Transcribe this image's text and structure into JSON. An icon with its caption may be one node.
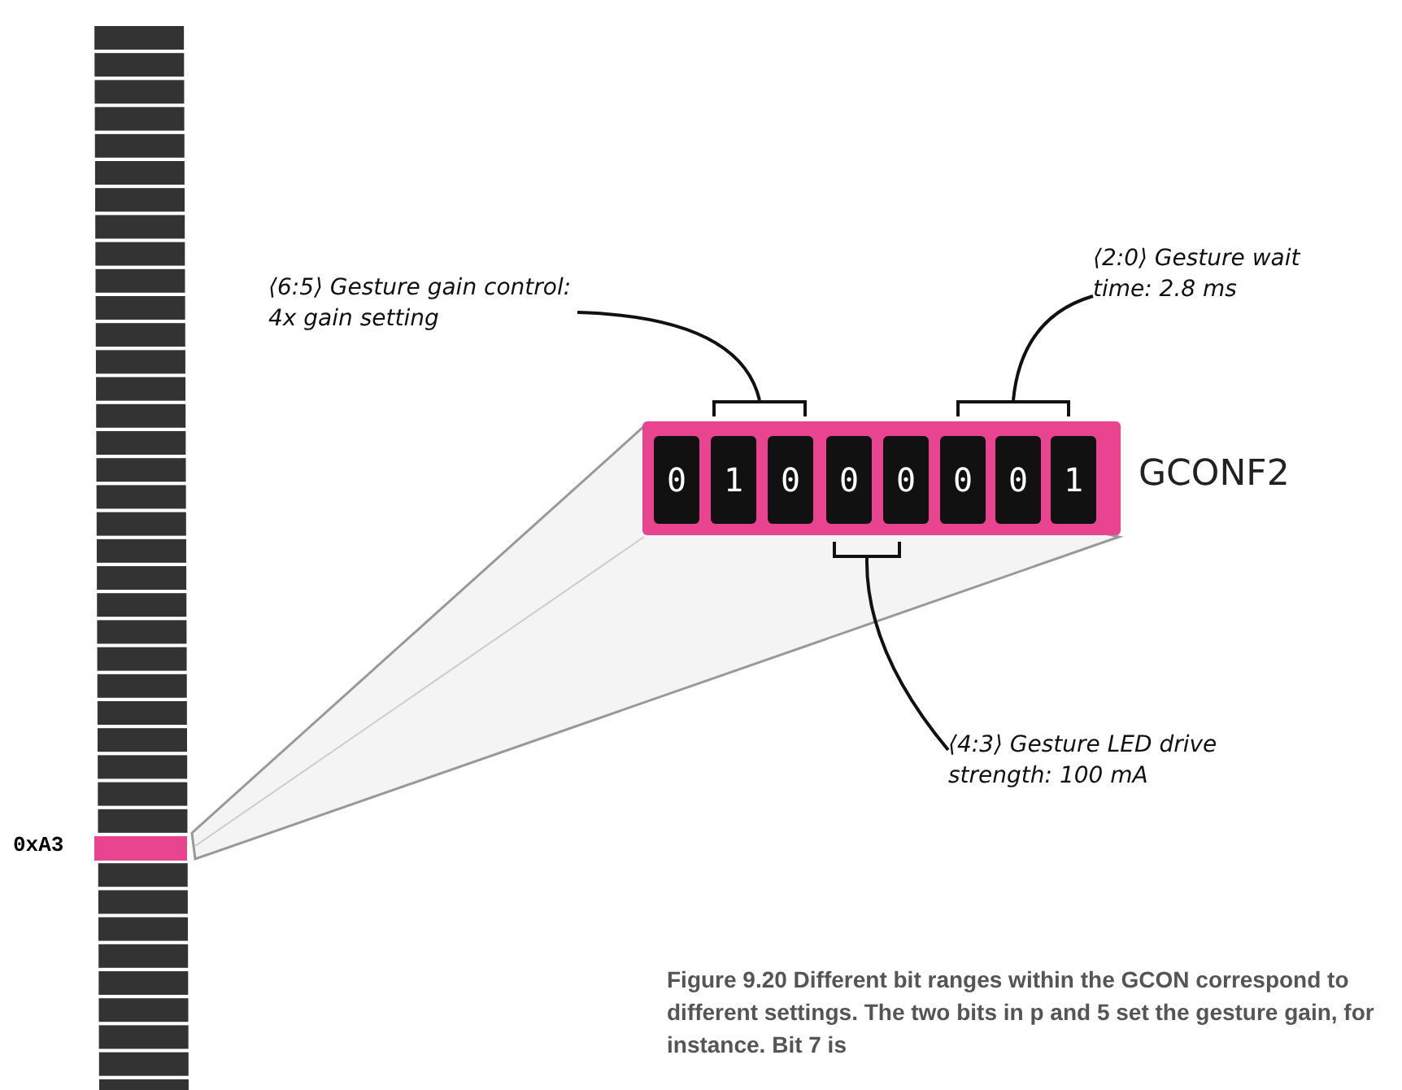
{
  "diagram": {
    "caption": "Figure 9.20 Different bit ranges within the GCON correspond to different settings. The two bits in p and 5 set the gesture gain, for instance. Bit 7 is",
    "nodes": [
      {
        "text": [],
        "shape": "bar",
        "beside": [
          "0xA3"
        ]
      },
      {
        "text": [],
        "shape": "box",
        "beside": [
          "GCONF2"
        ]
      },
      {
        "text": [
          "0"
        ],
        "in": 1
      },
      {
        "text": [
          "1"
        ],
        "in": 1
      },
      {
        "text": [
          "0"
        ],
        "in": 1
      },
      {
        "text": [
          "0"
        ],
        "in": 1
      },
      {
        "text": [
          "0"
        ],
        "in": 1
      },
      {
        "text": [
          "0"
        ],
        "in": 1
      },
      {
        "text": [
          "0"
        ],
        "in": 1
      },
      {
        "text": [
          "1"
        ],
        "in": 1
      },
      {
        "text": [],
        "shape": "bracket"
      },
      {
        "text": [],
        "shape": "bracket"
      },
      {
        "text": [],
        "shape": "bracket"
      },
      {
        "text": [
          "⟨6:5⟩ Gesture gain control: 4x gain setting"
        ]
      },
      {
        "text": [
          "⟨2:0⟩ Gesture wait time: 2.8 ms"
        ]
      },
      {
        "text": [
          "⟨4:3⟩ Gesture LED drive strength: 100 mA"
        ]
      }
    ],
    "edges": [
      {
        "from": 13,
        "to": 10,
        "arrow": "none"
      },
      {
        "from": 14,
        "to": 11,
        "arrow": "none"
      },
      {
        "from": 15,
        "to": 12,
        "arrow": "none"
      }
    ]
  }
}
